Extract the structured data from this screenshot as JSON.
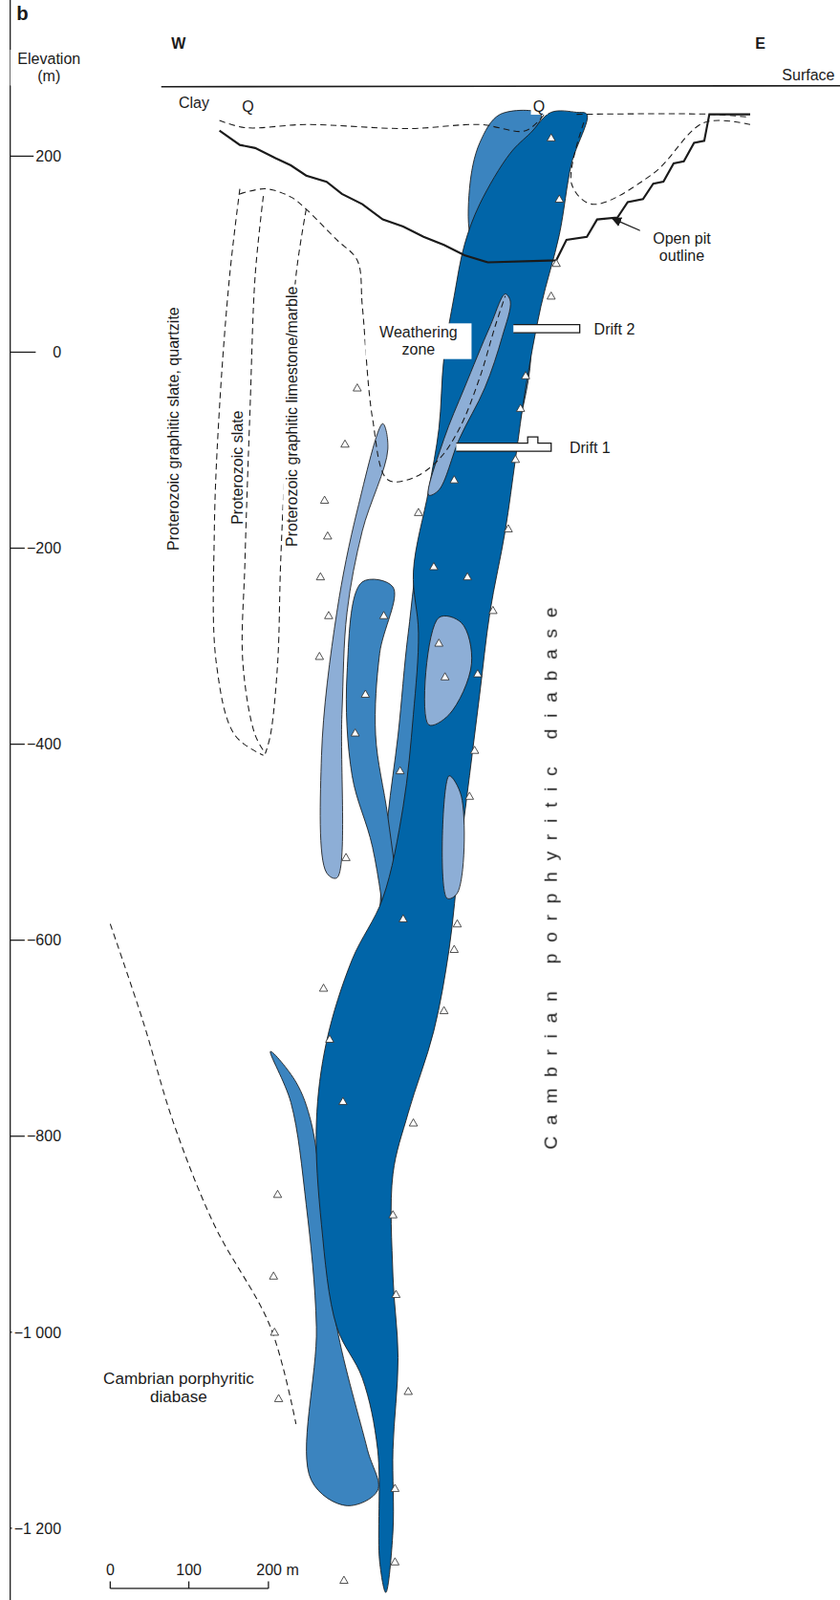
{
  "diagram": {
    "labels": [
      "b",
      "Elevation (m)",
      "W",
      "E",
      "Surface",
      "Clay",
      "Q",
      "Q",
      "Open pit outline",
      "Drift 2",
      "Drift 1",
      "Weathering zone",
      "Proterozoic graphitic slate, quartzite",
      "Proterozoic slate",
      "Proterozoic graphitic limestone/marble",
      "Cambrian porphyritic diabase",
      "Cambrian porphyritic diabase",
      "200",
      "0",
      "−200",
      "−400",
      "−600",
      "−800",
      "−1 000",
      "−1 200",
      "0",
      "100",
      "200 m"
    ]
  }
}
